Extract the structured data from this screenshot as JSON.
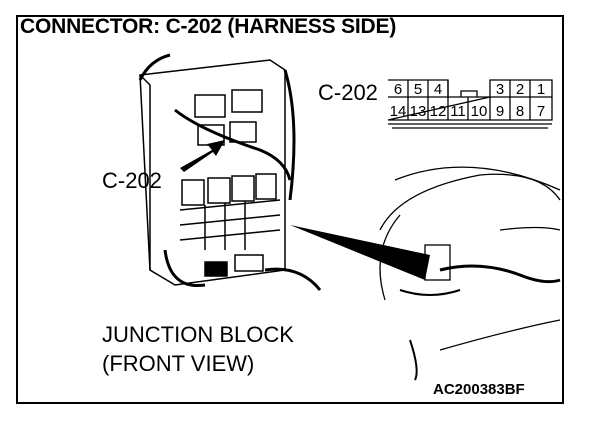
{
  "title": "CONNECTOR: C-202 (HARNESS SIDE)",
  "connector_label": "C-202",
  "pointer_label": "C-202",
  "block_label_line1": "JUNCTION BLOCK",
  "block_label_line2": "(FRONT VIEW)",
  "figure_code": "AC200383BF",
  "connector_pins": {
    "top_row": [
      "6",
      "5",
      "4",
      "3",
      "2",
      "1"
    ],
    "bottom_row": [
      "14",
      "13",
      "12",
      "11",
      "10",
      "9",
      "8",
      "7"
    ]
  }
}
